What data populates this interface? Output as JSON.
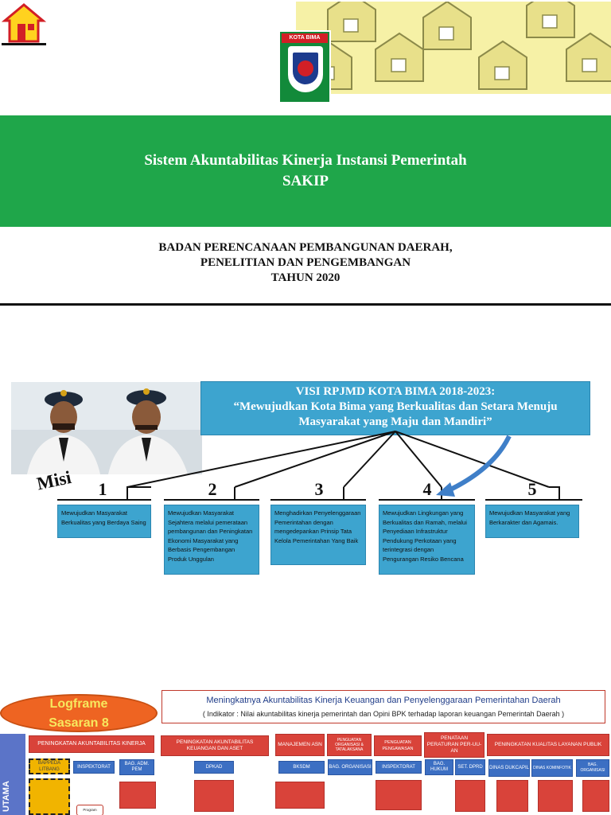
{
  "header": {
    "emblem_label": "KOTA BIMA",
    "title": "Sistem Akuntabilitas Kinerja Instansi Pemerintah",
    "subtitle": "SAKIP",
    "agency_line1": "BADAN PERENCANAAN PEMBANGUNAN DAERAH,",
    "agency_line2": "PENELITIAN DAN PENGEMBANGAN",
    "agency_line3": "TAHUN 2020"
  },
  "visi": {
    "line1": "VISI RPJMD KOTA BIMA 2018-2023:",
    "line2": "“Mewujudkan Kota Bima yang Berkualitas dan Setara Menuju",
    "line3": "Masyarakat yang Maju dan Mandiri”"
  },
  "misi": {
    "label": "Misi",
    "items": [
      {
        "number": "1",
        "text": "Mewujudkan Masyarakat Berkualitas yang Berdaya Saing"
      },
      {
        "number": "2",
        "text": "Mewujudkan Masyarakat Sejahtera melalui pemerataan pembangunan dan Peningkatan Ekonomi Masyarakat yang Berbasis Pengembangan Produk Unggulan"
      },
      {
        "number": "3",
        "text": "Menghadirkan Penyelenggaraan Pemerintahan dengan mengedepankan Prinsip Tata Kelola Pemerintahan Yang Baik"
      },
      {
        "number": "4",
        "text": "Mewujudkan Lingkungan yang Berkualitas dan Ramah, melalui Penyediaan Infrastruktur Pendukung Perkotaan yang terintegrasi dengan Pengurangan Resiko Bencana"
      },
      {
        "number": "5",
        "text": "Mewujudkan Masyarakat yang Berkarakter dan Agamais."
      }
    ]
  },
  "logframe": {
    "title_line1": "Logframe",
    "title_line2": "Sasaran 8",
    "goal": "Meningkatnya Akuntabilitas Kinerja Keuangan dan Penyelenggaraan Pemerintahan Daerah",
    "indikator": "( Indikator : Nilai  akuntabilitas kinerja pemerintah dan Opini BPK terhadap laporan keuangan Pemerintah Daerah )",
    "side_label": "UTAMA",
    "headers": [
      "PENINGKATAN AKUNTABILITAS KINERJA",
      "PENINGKATAN AKUNTABILITAS KEUANGAN DAN ASET",
      "MANAJEMEN ASN",
      "PENGUATAN ORGANISASI & TATALAKSANA",
      "PENGUATAN PENGAWASAN",
      "PENATAAN PERATURAN PER-UU-AN",
      "PENINGKATAN KUALITAS LAYANAN PUBLIK"
    ],
    "units": {
      "bappeda": "BAPPEDA LITBANG",
      "inspektorat": "INSPEKTORAT",
      "adm_pem": "BAG. ADM. PEM",
      "dpkad": "DPKAD",
      "bksdm": "BKSDM",
      "bag_organisasi": "BAG. ORGANISASI",
      "inspektorat2": "INSPEKTORAT",
      "bag_hukum": "BAG. HUKUM",
      "set_dprd": "SET. DPRD",
      "dukcapil": "DINAS DUKCAPIL",
      "kominfotik": "DINAS KOMINFOTIK",
      "bag_organisasi2": "BAG. ORGANISASI"
    },
    "program_label": "Program"
  }
}
